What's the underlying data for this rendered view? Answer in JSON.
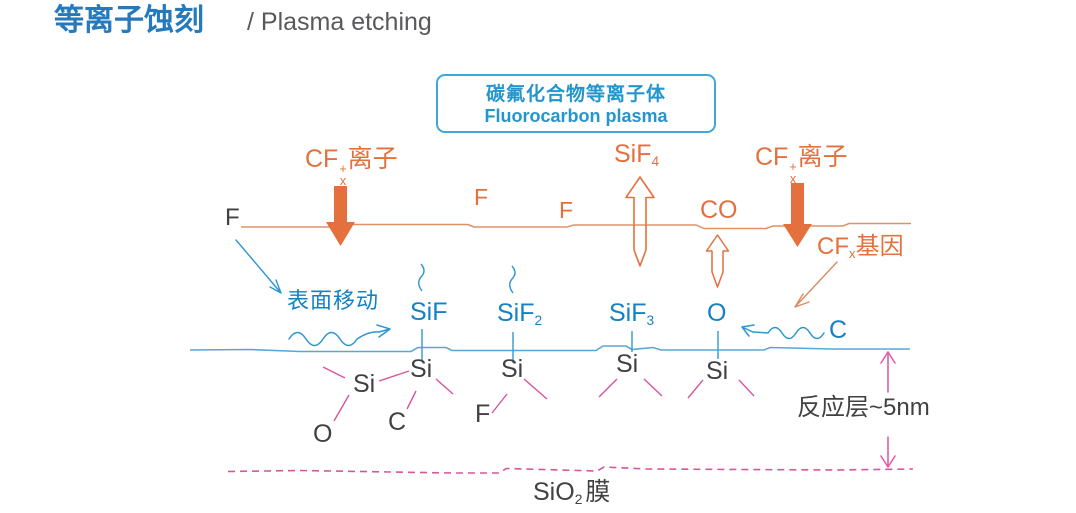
{
  "title": {
    "zh": "等离子蚀刻",
    "en": "/ Plasma etching"
  },
  "plasma_box": {
    "zh": "碳氟化合物等离子体",
    "en": "Fluorocarbon plasma"
  },
  "gas": {
    "cfx_ion_left": {
      "base": "CF",
      "sup": "+",
      "sub": "x",
      "rest": "离子"
    },
    "cfx_ion_right": {
      "base": "CF",
      "sup": "+",
      "sub": "x",
      "rest": "离子"
    },
    "f_1": "F",
    "f_2": "F",
    "sif4": {
      "base": "SiF",
      "sub": "4"
    },
    "co": "CO",
    "cfx_radical": {
      "base": "CF",
      "sub": "x",
      "rest": "基因"
    }
  },
  "surface": {
    "f_incoming": "F",
    "surface_move": "表面移动",
    "sif": "SiF",
    "sif2": {
      "base": "SiF",
      "sub": "2"
    },
    "sif3": {
      "base": "SiF",
      "sub": "3"
    },
    "o": "O",
    "c": "C"
  },
  "lattice": {
    "si": [
      "Si",
      "Si",
      "Si",
      "Si",
      "Si"
    ],
    "o": "O",
    "c": "C",
    "f": "F"
  },
  "annotations": {
    "reaction_layer": "反应层~5nm",
    "sio2_film": {
      "base": "SiO",
      "sub": "2",
      "rest": "膜"
    }
  },
  "colors": {
    "title_blue": "#2579bd",
    "label_blue": "#1581c5",
    "box_blue": "#3fa8d6",
    "orange": "#e4703d",
    "orange_line": "#dd9268",
    "pink": "#d9559e",
    "pink_arrow": "#e05fa5",
    "dark_text": "#414042",
    "gray_text": "#58595b"
  }
}
